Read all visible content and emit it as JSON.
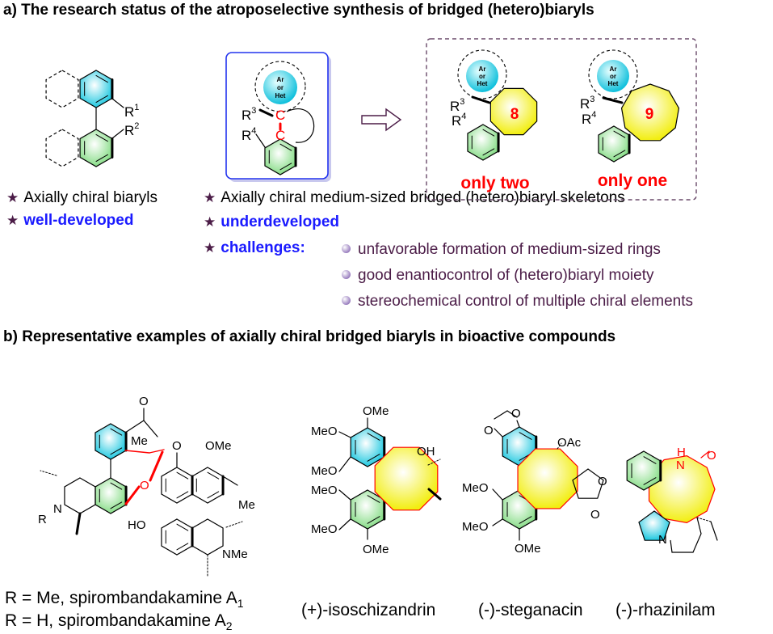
{
  "panel_a": {
    "title": "a) The research status of the atroposelective synthesis of bridged (hetero)biaryls",
    "biaryl": {
      "r1": "R",
      "r1_sup": "1",
      "r2": "R",
      "r2_sup": "2"
    },
    "bridged_template": {
      "ar_line1": "Ar",
      "ar_line2": "or",
      "ar_line3": "Het",
      "r3": "R",
      "r3_sup": "3",
      "r4": "R",
      "r4_sup": "4",
      "c_atom": "C"
    },
    "examples": [
      {
        "ring_size": "8",
        "caption": "only two"
      },
      {
        "ring_size": "9",
        "caption": "only one"
      }
    ],
    "bullets_left": [
      {
        "text": "Axially chiral biaryls"
      },
      {
        "text": "well-developed"
      }
    ],
    "bullets_right": [
      {
        "text": "Axially chiral medium-sized bridged (hetero)biaryl skeletons"
      },
      {
        "text": "underdeveloped"
      },
      {
        "text": "challenges:"
      }
    ],
    "challenges": [
      "unfavorable formation of medium-sized rings",
      "good enantiocontrol of (hetero)biaryl moiety",
      "stereochemical control of multiple chiral elements"
    ],
    "icons": {
      "bullet": "star-icon",
      "sub_bullet": "sphere-icon",
      "arrow": "open-arrow-right-icon"
    },
    "colors": {
      "accent_blue": "#1a1aff",
      "highlight_red": "#ff0000",
      "star_purple": "#4b1c47",
      "box_blue": "#2233ee",
      "box_dashed": "#6a4a6a"
    }
  },
  "panel_b": {
    "title": "b) Representative examples of axially chiral bridged biaryls in bioactive compounds",
    "spiro": {
      "atoms": {
        "o_ketone": "O",
        "me": "Me",
        "o_red": "O",
        "o_ether": "O",
        "ome": "OMe",
        "me2": "Me",
        "ho": "HO",
        "nme": "NMe",
        "n": "N",
        "r": "R"
      },
      "caption_1": "R = Me, spirombandakamine A",
      "caption_1_sub": "1",
      "caption_2": "R = H, spirombandakamine A",
      "caption_2_sub": "2"
    },
    "isoschizandrin": {
      "atoms": {
        "ome_top": "OMe",
        "meo_1": "MeO",
        "meo_2": "MeO",
        "meo_3": "MeO",
        "meo_4": "MeO",
        "ome_bottom": "OMe",
        "oh": "OH"
      },
      "caption": "(+)-isoschizandrin"
    },
    "steganacin": {
      "atoms": {
        "o1": "O",
        "o2": "O",
        "oac": "OAc",
        "o_lactone": "O",
        "o_carbonyl": "O",
        "meo_1": "MeO",
        "meo_2": "MeO",
        "ome": "OMe"
      },
      "caption": "(-)-steganacin"
    },
    "rhazinilam": {
      "atoms": {
        "h": "H",
        "n_amide": "N",
        "o": "O",
        "n_pyrrole": "N"
      },
      "caption": "(-)-rhazinilam"
    }
  }
}
